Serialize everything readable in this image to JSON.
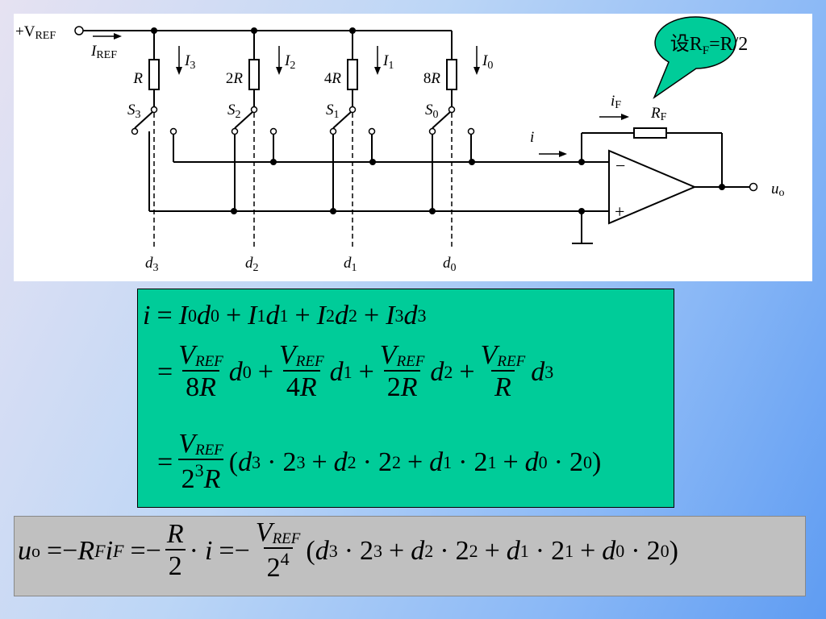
{
  "circuit": {
    "vref_label": "+V",
    "vref_sub": "REF",
    "iref_label": "I",
    "iref_sub": "REF",
    "branches": [
      {
        "res": "R",
        "current": "I",
        "current_sub": "3",
        "switch": "S",
        "switch_sub": "3",
        "bit": "d",
        "bit_sub": "3"
      },
      {
        "res": "2R",
        "current": "I",
        "current_sub": "2",
        "switch": "S",
        "switch_sub": "2",
        "bit": "d",
        "bit_sub": "2"
      },
      {
        "res": "4R",
        "current": "I",
        "current_sub": "1",
        "switch": "S",
        "switch_sub": "1",
        "bit": "d",
        "bit_sub": "1"
      },
      {
        "res": "8R",
        "current": "I",
        "current_sub": "0",
        "switch": "S",
        "switch_sub": "0",
        "bit": "d",
        "bit_sub": "0"
      }
    ],
    "i_label": "i",
    "if_label": "i",
    "if_sub": "F",
    "rf_label": "R",
    "rf_sub": "F",
    "minus": "−",
    "plus": "+",
    "out_label": "u",
    "out_sub": "o",
    "bubble": {
      "text1": "设R",
      "sub": "F",
      "text2": "=R/2",
      "color": "#00cc99"
    }
  },
  "equation": {
    "line1": [
      "i",
      "=",
      "I",
      "0",
      "d",
      "0",
      "+",
      "I",
      "1",
      "d",
      "1",
      "+",
      "I",
      "2",
      "d",
      "2",
      "+",
      "I",
      "3",
      "d",
      "3"
    ],
    "vref_num": "V",
    "vref_sub": "REF",
    "line2_dens": [
      "8R",
      "4R",
      "2R",
      "R"
    ],
    "line2_bits": [
      {
        "d": "d",
        "s": "0"
      },
      {
        "d": "d",
        "s": "1"
      },
      {
        "d": "d",
        "s": "2"
      },
      {
        "d": "d",
        "s": "3"
      }
    ],
    "line3_den_base": "2",
    "line3_den_exp": "3",
    "line3_den_r": "R",
    "poly": [
      {
        "d": "d",
        "s": "3",
        "b": "2",
        "e": "3"
      },
      {
        "d": "d",
        "s": "2",
        "b": "2",
        "e": "2"
      },
      {
        "d": "d",
        "s": "1",
        "b": "2",
        "e": "1"
      },
      {
        "d": "d",
        "s": "0",
        "b": "2",
        "e": "0"
      }
    ],
    "eq": "=",
    "plus": "+",
    "dot": "·",
    "lparen": "(",
    "rparen": ")"
  },
  "output": {
    "u": "u",
    "u_sub": "o",
    "eq_neg_rf": "=−",
    "R": "R",
    "F": "F",
    "i": "i",
    "eq_neg": "=−",
    "frac1_num": "R",
    "frac1_den": "2",
    "dot": "·",
    "frac2_num": "V",
    "frac2_sub": "REF",
    "frac2_den_base": "2",
    "frac2_den_exp": "4"
  }
}
